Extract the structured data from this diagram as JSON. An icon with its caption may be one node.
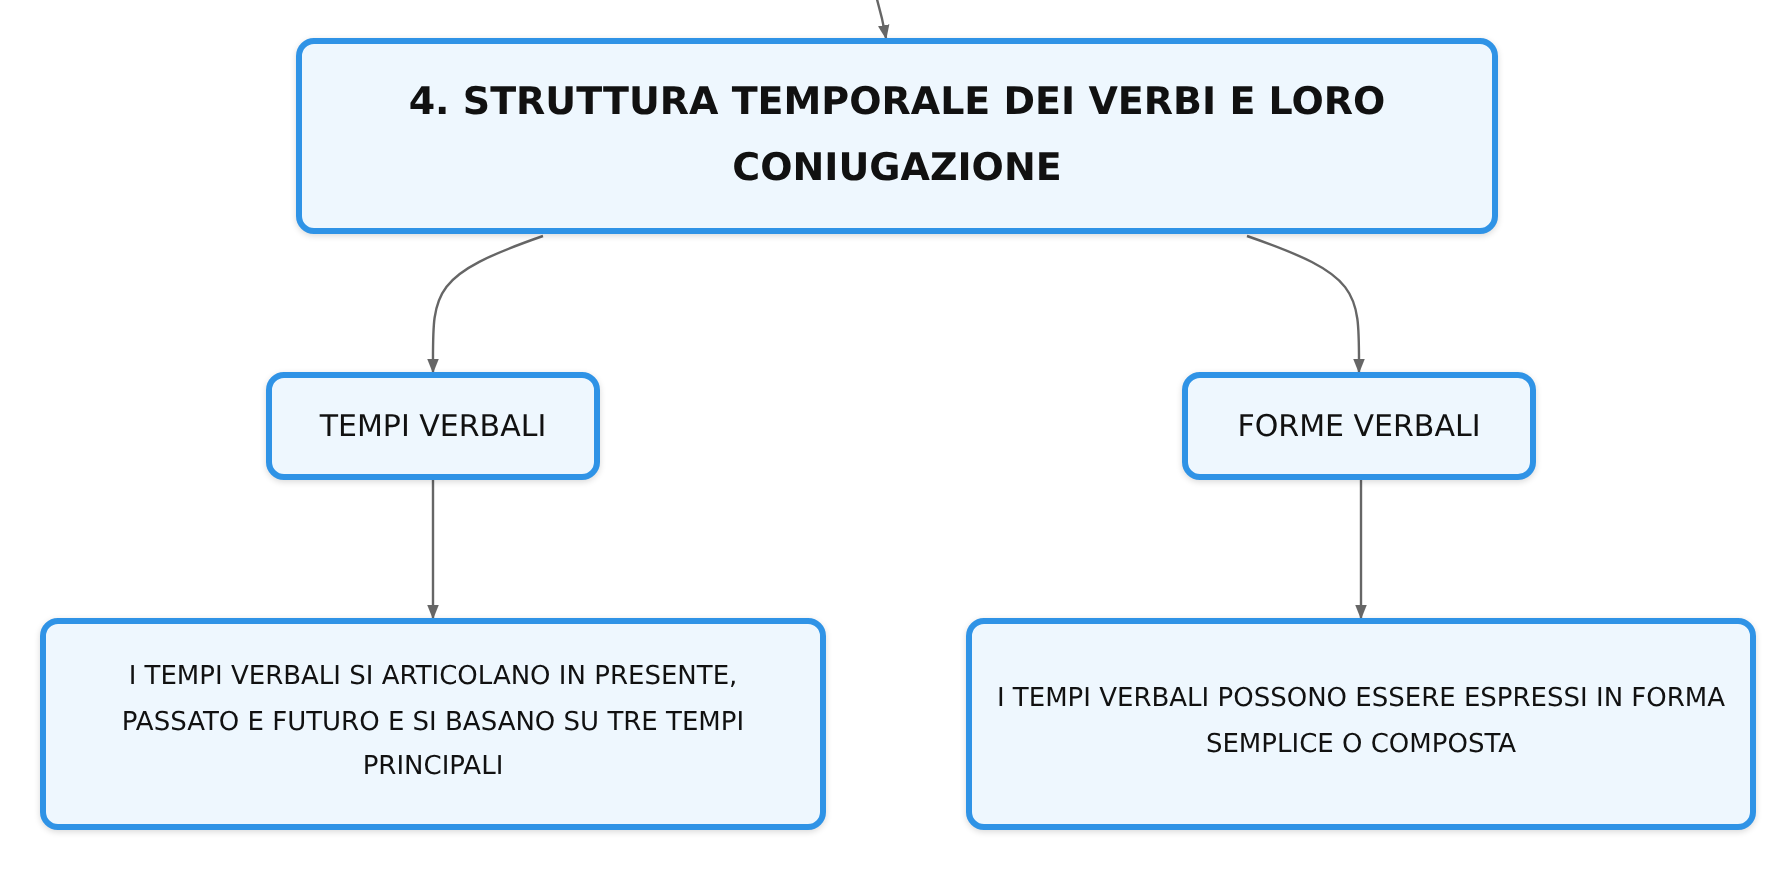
{
  "diagram": {
    "nodes": [
      {
        "text": [
          "4. STRUTTURA TEMPORALE DEI VERBI E LORO CONIUGAZIONE"
        ]
      },
      {
        "text": [
          "TEMPI VERBALI"
        ]
      },
      {
        "text": [
          "FORME VERBALI"
        ]
      },
      {
        "text": [
          "I TEMPI VERBALI SI ARTICOLANO IN PRESENTE, PASSATO E FUTURO E SI BASANO SU TRE TEMPI PRINCIPALI"
        ]
      },
      {
        "text": [
          "I TEMPI VERBALI POSSONO ESSERE ESPRESSI IN FORMA SEMPLICE O COMPOSTA"
        ]
      }
    ],
    "edges": [
      {
        "from": null,
        "to": 0,
        "arrow": "to"
      },
      {
        "from": 0,
        "to": 1,
        "arrow": "to"
      },
      {
        "from": 0,
        "to": 2,
        "arrow": "to"
      },
      {
        "from": 1,
        "to": 3,
        "arrow": "to"
      },
      {
        "from": 2,
        "to": 4,
        "arrow": "to"
      }
    ]
  }
}
